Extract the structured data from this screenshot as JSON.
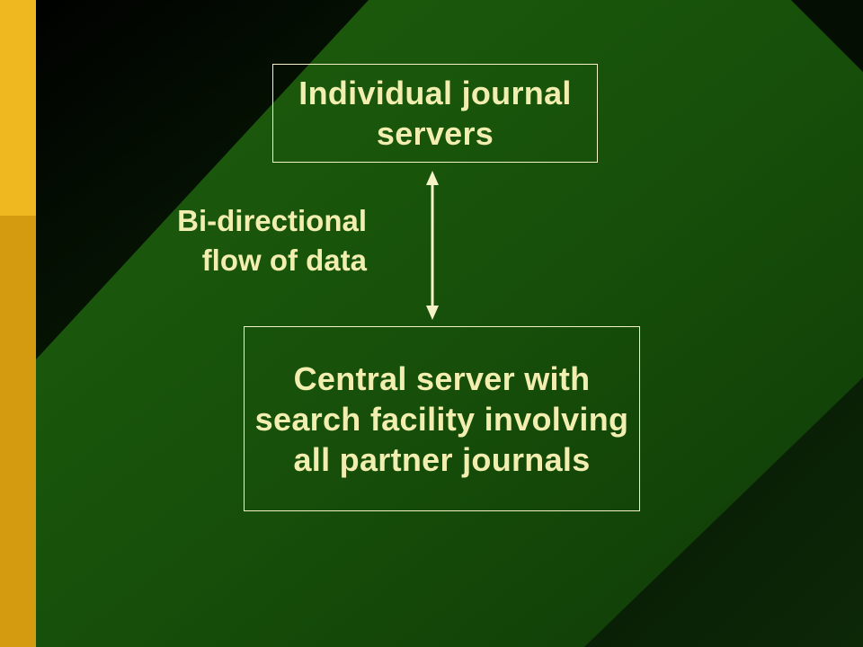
{
  "diagram": {
    "top_box": {
      "text": "Individual journal servers"
    },
    "connector": {
      "label_line1": "Bi-directional",
      "label_line2": "flow of data"
    },
    "bottom_box": {
      "text": "Central server with search facility involving all partner journals"
    }
  },
  "colors": {
    "text": "#f2eeb0",
    "border": "#f5f2c8",
    "background_dark": "#0a1f05",
    "diamond_green": "#1c5a0c",
    "accent_bar_light": "#f0b820",
    "accent_bar_dark": "#d49a10"
  }
}
